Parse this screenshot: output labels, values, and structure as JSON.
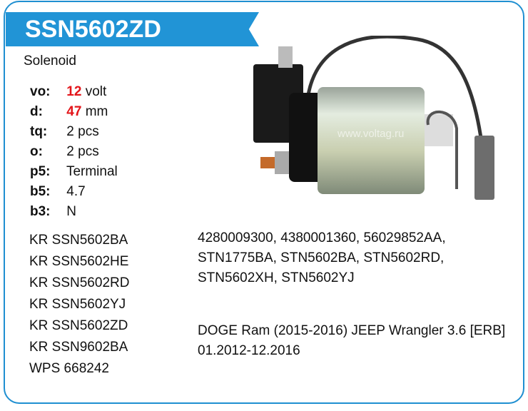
{
  "product": {
    "code": "SSN5602ZD",
    "type": "Solenoid",
    "watermark": "www.voltag.ru"
  },
  "specs": [
    {
      "key": "vo:",
      "value": "12",
      "unit": "volt",
      "highlight": true
    },
    {
      "key": "d:",
      "value": "47",
      "unit": "mm",
      "highlight": true
    },
    {
      "key": "tq:",
      "value": "2 pcs",
      "unit": "",
      "highlight": false
    },
    {
      "key": "o:",
      "value": "2 pcs",
      "unit": "",
      "highlight": false
    },
    {
      "key": "p5:",
      "value": "Terminal",
      "unit": "",
      "highlight": false
    },
    {
      "key": "b5:",
      "value": "4.7",
      "unit": "",
      "highlight": false
    },
    {
      "key": "b3:",
      "value": "N",
      "unit": "",
      "highlight": false
    }
  ],
  "cross_refs": [
    "KR SSN5602BA",
    "KR SSN5602HE",
    "KR SSN5602RD",
    "KR SSN5602YJ",
    "KR SSN5602ZD",
    "KR SSN9602BA",
    "WPS 668242"
  ],
  "oe_numbers": "4280009300, 4380001360, 56029852AA, STN1775BA, STN5602BA, STN5602RD, STN5602XH, STN5602YJ",
  "applications": "DOGE Ram (2015-2016) JEEP Wrangler 3.6 [ERB] 01.2012-12.2016",
  "colors": {
    "accent": "#2194d6",
    "highlight": "#e3151a"
  }
}
